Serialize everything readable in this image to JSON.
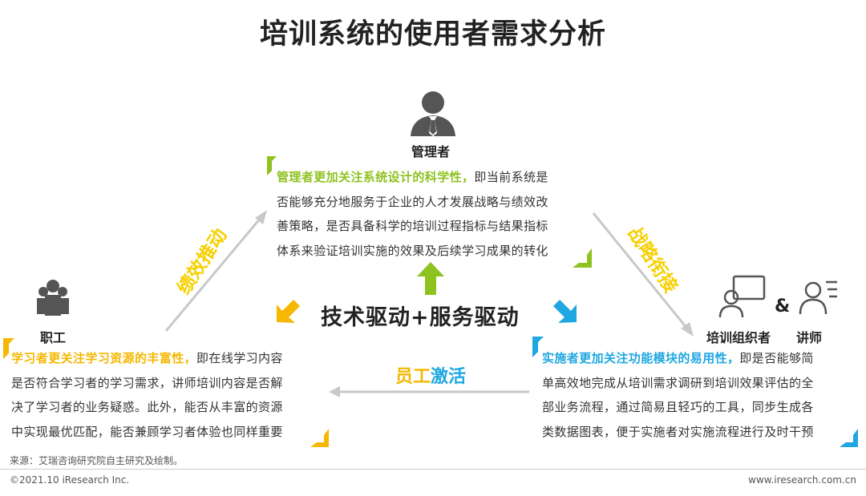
{
  "title": "培训系统的使用者需求分析",
  "manager": {
    "label": "管理者",
    "highlight": "管理者更加关注系统设计的科学性，",
    "line1_rest": "即当前系统是",
    "line2": "否能够充分地服务于企业的人才发展战略与绩效改",
    "line3": "善策略，是否具备科学的培训过程指标与结果指标",
    "line4": "体系来验证培训实施的效果及后续学习成果的转化"
  },
  "employee": {
    "label": "职工",
    "highlight": "学习者更关注学习资源的丰富性，",
    "line1_rest": "即在线学习内容",
    "line2": "是否符合学习者的学习需求，讲师培训内容是否解",
    "line3": "决了学习者的业务疑惑。此外，能否从丰富的资源",
    "line4": "中实现最优匹配，能否兼顾学习者体验也同样重要"
  },
  "organizer": {
    "label_left": "培训组织者",
    "label_right": "讲师",
    "ampersand": "&",
    "highlight": "实施者更加关注功能模块的易用性，",
    "line1_rest": "即是否能够简",
    "line2": "单高效地完成从培训需求调研到培训效果评估的全",
    "line3": "部业务流程，通过简易且轻巧的工具，同步生成各",
    "line4": "类数据图表，便于实施者对实施流程进行及时干预"
  },
  "center": "技术驱动+服务驱动",
  "edges": {
    "left": "绩效推动",
    "right": "战略衔接",
    "bottom_part1": "员工",
    "bottom_part2": "激活"
  },
  "footer": {
    "source": "来源：艾瑞咨询研究院自主研究及绘制。",
    "copyright": "©2021.10 iResearch Inc.",
    "url": "www.iresearch.com.cn"
  },
  "colors": {
    "green": "#8dc21f",
    "yellow": "#f5b700",
    "cyan": "#1ea7e1",
    "gray_arrow": "#c8c8c8"
  }
}
